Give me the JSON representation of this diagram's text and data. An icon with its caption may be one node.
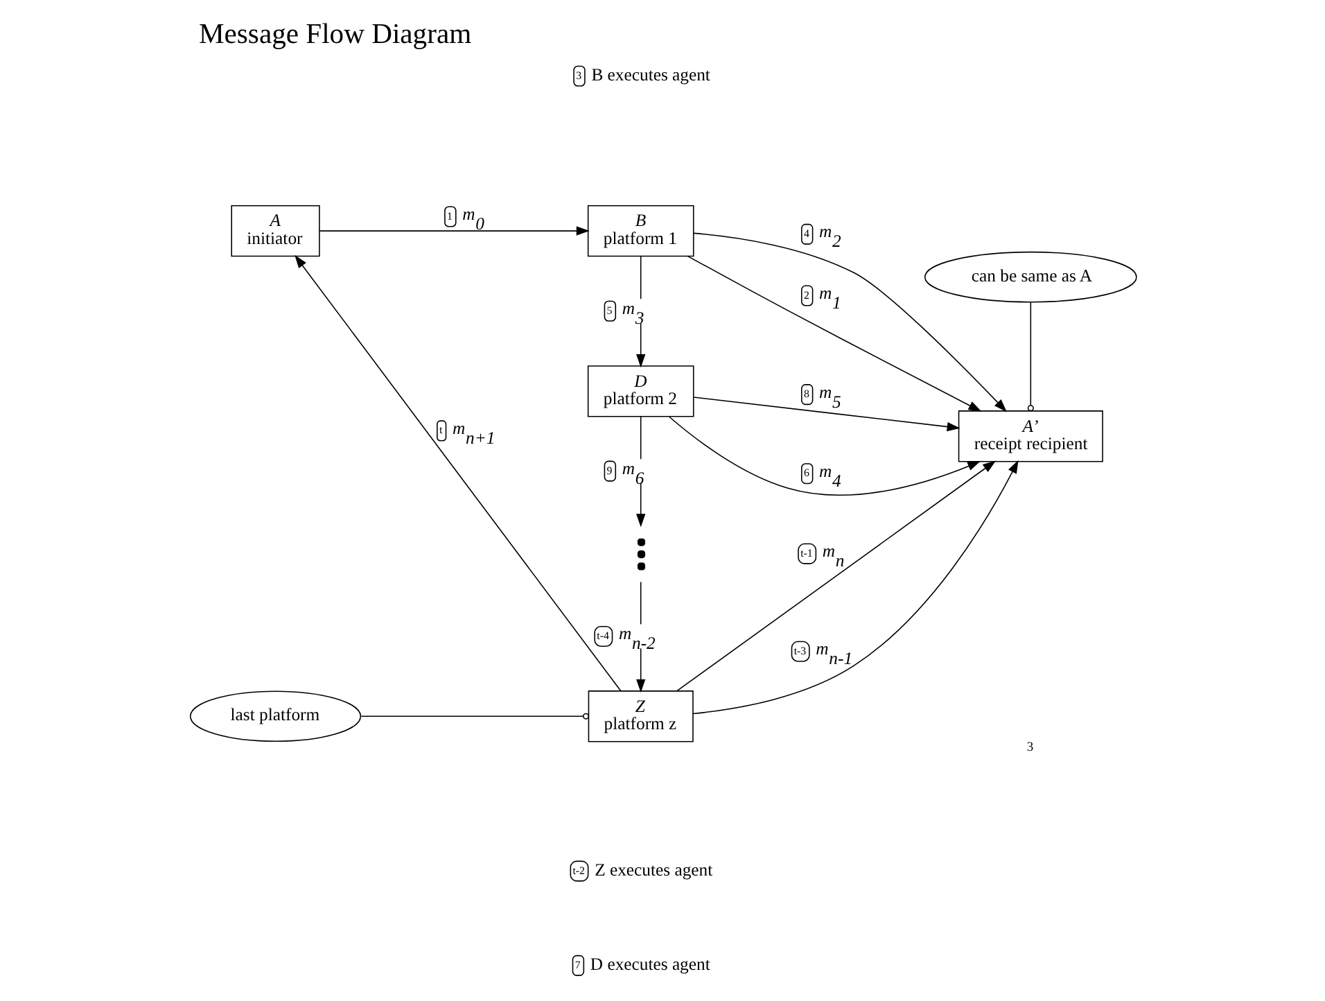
{
  "diagram": {
    "title": "Message Flow Diagram",
    "nodes": [
      {
        "text": [
          "A",
          "initiator"
        ]
      },
      {
        "text": [
          "B",
          "platform 1"
        ],
        "beside": [
          "3",
          "B executes agent"
        ]
      },
      {
        "text": [
          "D",
          "platform 2"
        ],
        "beside": [
          "7",
          "D executes agent"
        ]
      },
      {
        "text": [
          "A’",
          "receipt recipient"
        ]
      },
      {
        "text": [
          "can be same as A"
        ]
      },
      {
        "text": [],
        "shape": "dots"
      },
      {
        "text": [
          "Z",
          "platform z"
        ],
        "beside": [
          "t-2",
          "Z executes agent"
        ]
      },
      {
        "text": [
          "last platform"
        ]
      }
    ],
    "edges": [
      {
        "from": 0,
        "to": 1,
        "arrow": "to",
        "label": "1 m$_{0}$"
      },
      {
        "from": 1,
        "to": 3,
        "arrow": "to",
        "label": "2 m$_{1}$"
      },
      {
        "from": 1,
        "to": 3,
        "arrow": "to",
        "label": "4 m$_{2}$"
      },
      {
        "from": 1,
        "to": 2,
        "arrow": "to",
        "label": "5 m$_{3}$"
      },
      {
        "from": 2,
        "to": 3,
        "arrow": "to",
        "label": "6 m$_{4}$"
      },
      {
        "from": 2,
        "to": 3,
        "arrow": "to",
        "label": "8 m$_{5}$"
      },
      {
        "from": 2,
        "to": 5,
        "arrow": "to",
        "label": "9 m$_{6}$"
      },
      {
        "from": 5,
        "to": 6,
        "arrow": "to",
        "label": "t-4 m$_{n-2}$"
      },
      {
        "from": 6,
        "to": 3,
        "arrow": "to",
        "label": "t-3 m$_{n-1}$"
      },
      {
        "from": 6,
        "to": 3,
        "arrow": "to",
        "label": "t-1 m$_{n}$"
      },
      {
        "from": 6,
        "to": 0,
        "arrow": "to",
        "label": "t m$_{n+1}$"
      },
      {
        "from": 4,
        "to": 3,
        "arrow": "other"
      },
      {
        "from": 7,
        "to": 6,
        "arrow": "other"
      }
    ],
    "labels": [
      "3"
    ]
  }
}
